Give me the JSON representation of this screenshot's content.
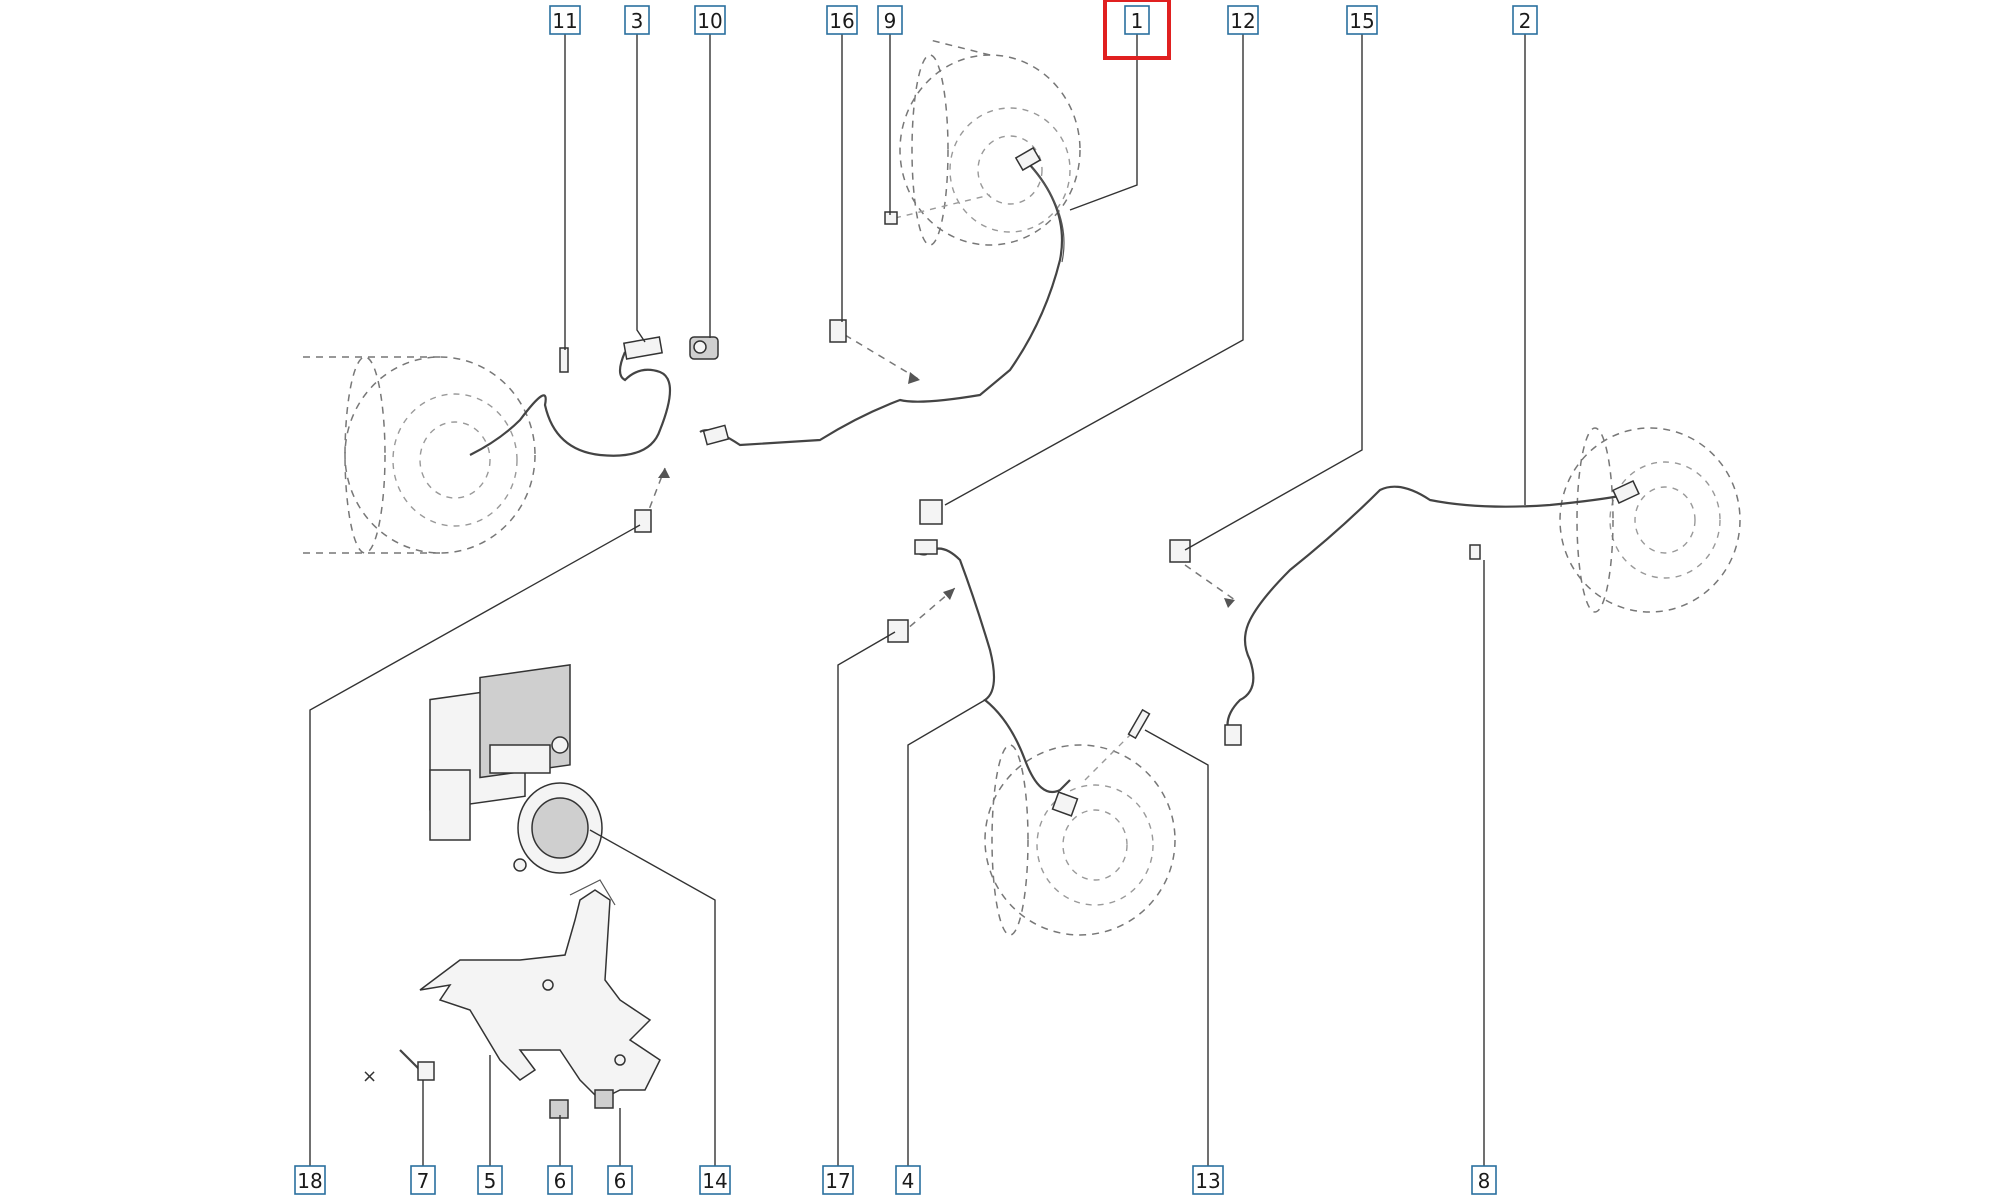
{
  "diagram": {
    "callouts": [
      {
        "id": "11",
        "label": "11",
        "selected": false
      },
      {
        "id": "3",
        "label": "3",
        "selected": false
      },
      {
        "id": "10",
        "label": "10",
        "selected": false
      },
      {
        "id": "16",
        "label": "16",
        "selected": false
      },
      {
        "id": "9",
        "label": "9",
        "selected": false
      },
      {
        "id": "1",
        "label": "1",
        "selected": true
      },
      {
        "id": "12",
        "label": "12",
        "selected": false
      },
      {
        "id": "15",
        "label": "15",
        "selected": false
      },
      {
        "id": "2",
        "label": "2",
        "selected": false
      },
      {
        "id": "18",
        "label": "18",
        "selected": false
      },
      {
        "id": "7",
        "label": "7",
        "selected": false
      },
      {
        "id": "5",
        "label": "5",
        "selected": false
      },
      {
        "id": "6a",
        "label": "6",
        "selected": false
      },
      {
        "id": "6b",
        "label": "6",
        "selected": false
      },
      {
        "id": "14",
        "label": "14",
        "selected": false
      },
      {
        "id": "17",
        "label": "17",
        "selected": false
      },
      {
        "id": "4",
        "label": "4",
        "selected": false
      },
      {
        "id": "13",
        "label": "13",
        "selected": false
      },
      {
        "id": "8",
        "label": "8",
        "selected": false
      }
    ],
    "marker_x": "×",
    "colors": {
      "callout_border": "#2a6f9e",
      "selection": "#e02020",
      "line": "#333333"
    }
  }
}
